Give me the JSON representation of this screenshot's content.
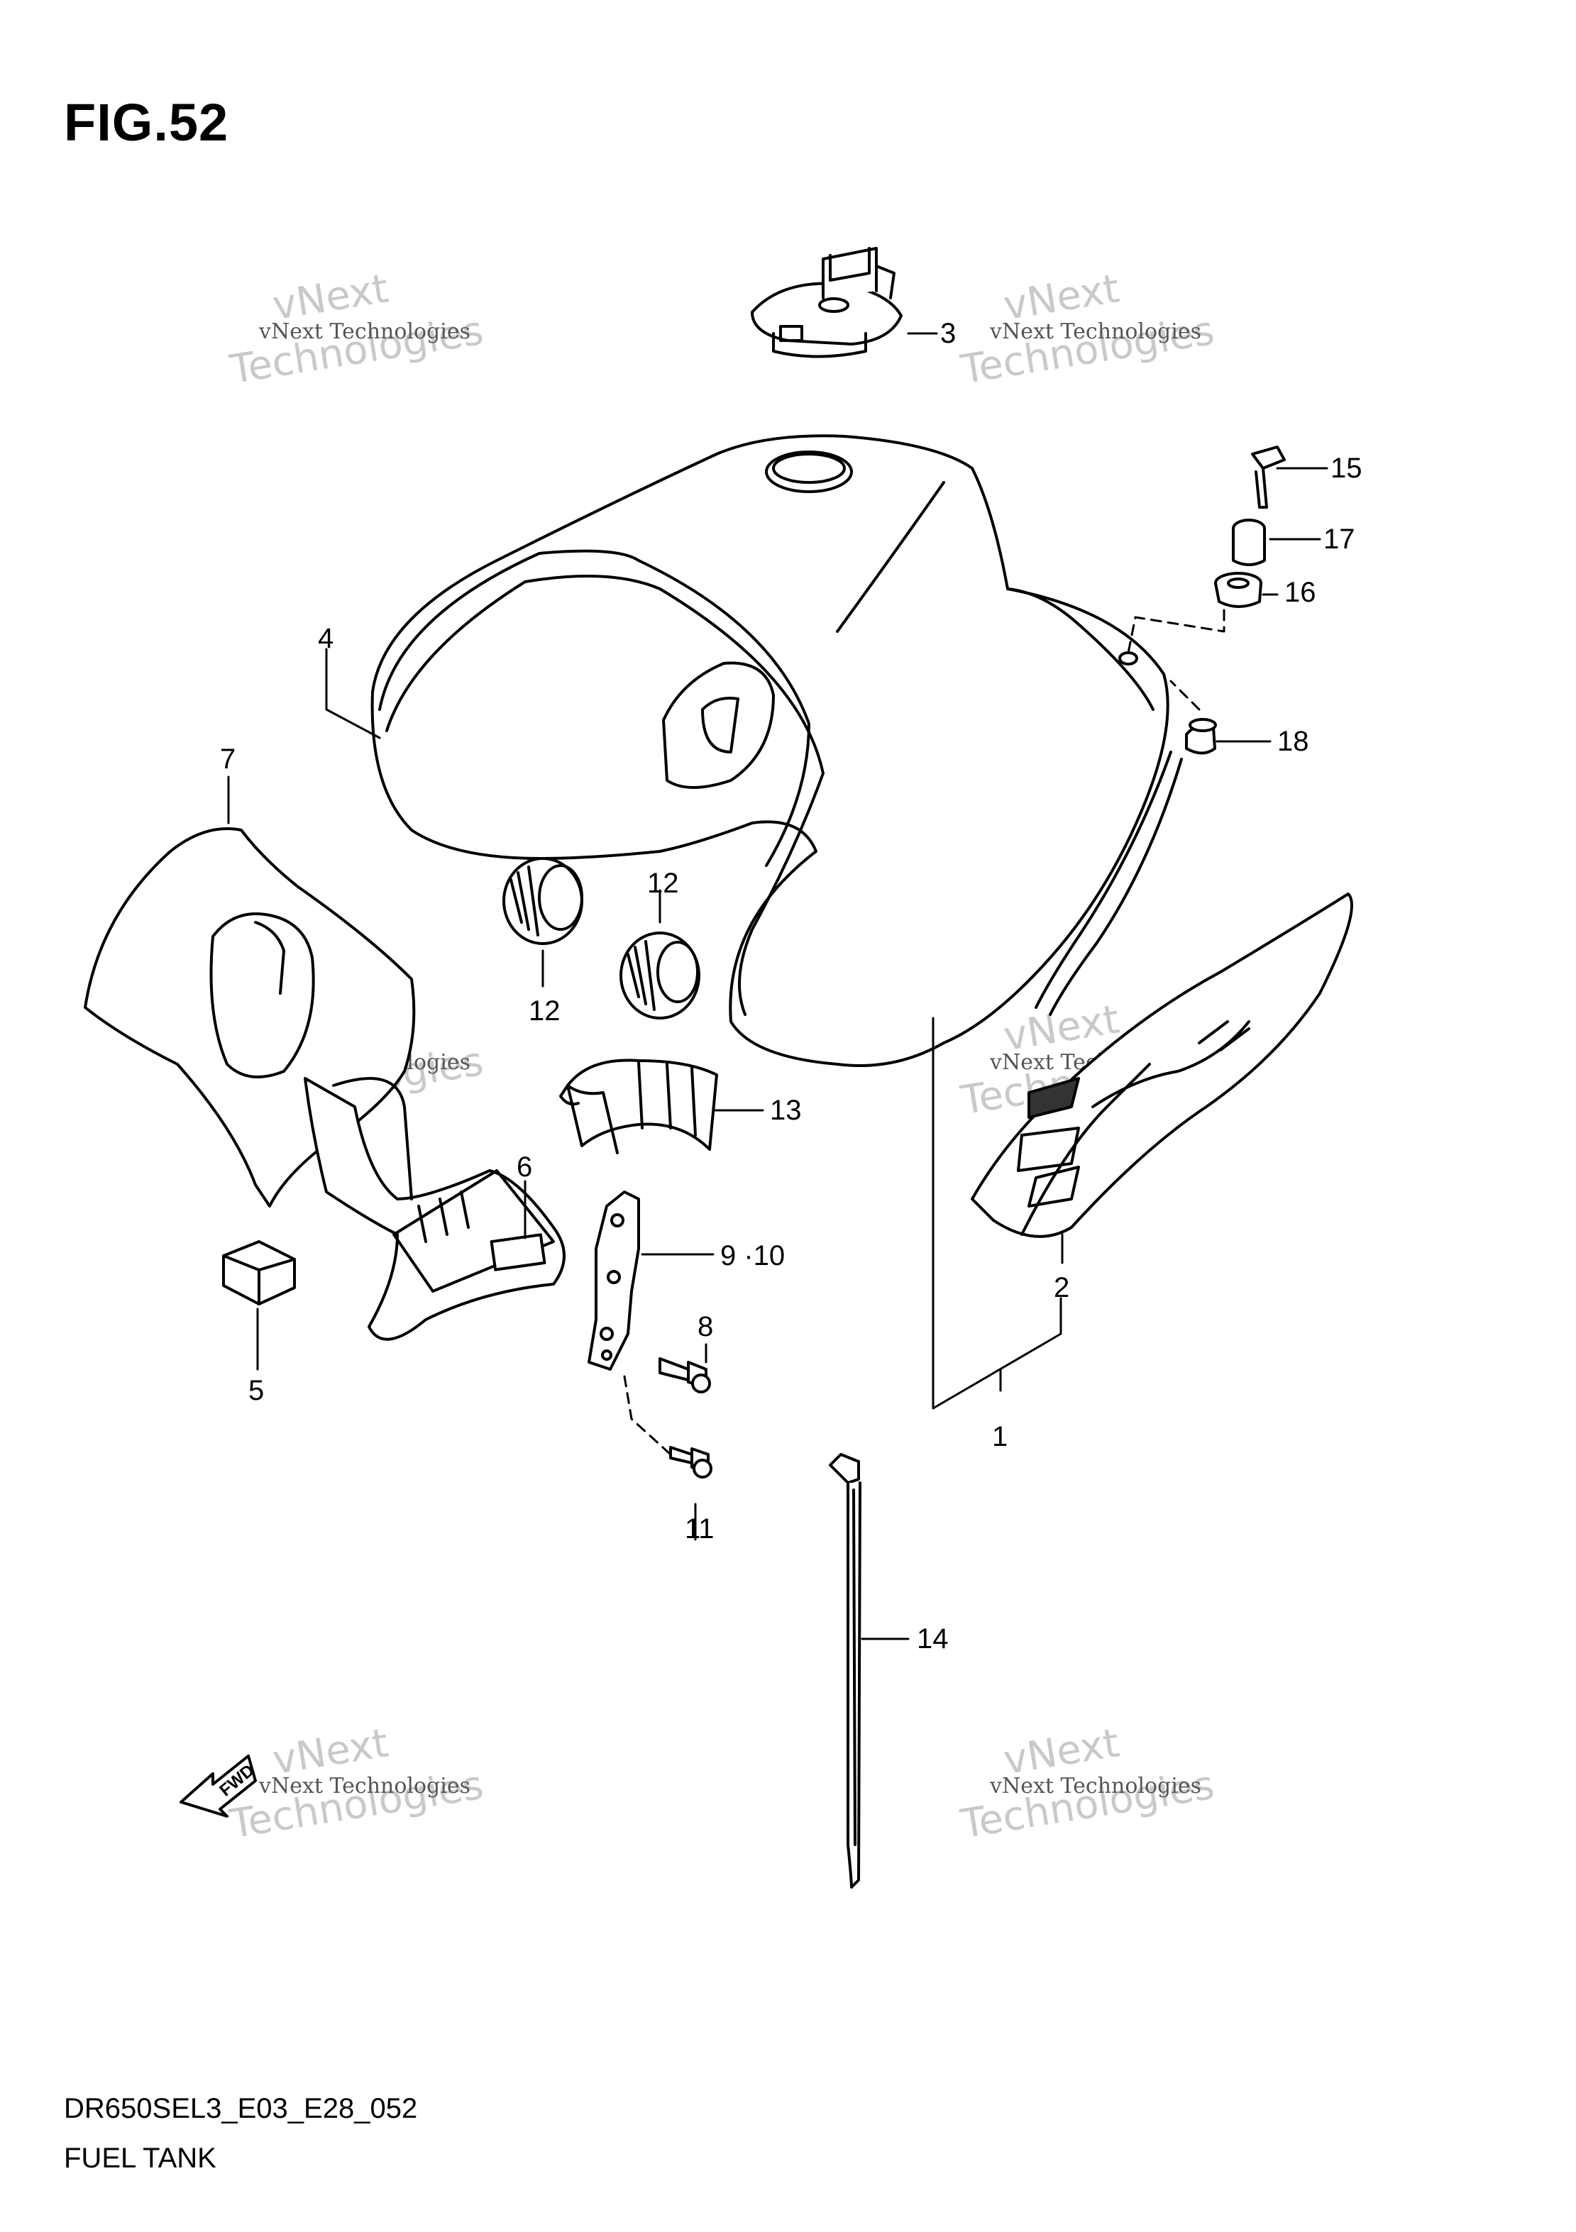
{
  "figure": {
    "title": "FIG.52"
  },
  "callouts": [
    {
      "id": "c3",
      "text": "3"
    },
    {
      "id": "c15",
      "text": "15"
    },
    {
      "id": "c17",
      "text": "17"
    },
    {
      "id": "c16",
      "text": "16"
    },
    {
      "id": "c18",
      "text": "18"
    },
    {
      "id": "c4",
      "text": "4"
    },
    {
      "id": "c7",
      "text": "7"
    },
    {
      "id": "c12a",
      "text": "12"
    },
    {
      "id": "c12b",
      "text": "12"
    },
    {
      "id": "c13",
      "text": "13"
    },
    {
      "id": "c6",
      "text": "6"
    },
    {
      "id": "c910",
      "text": "9 ·10"
    },
    {
      "id": "c8",
      "text": "8"
    },
    {
      "id": "c5",
      "text": "5"
    },
    {
      "id": "c2",
      "text": "2"
    },
    {
      "id": "c1",
      "text": "1"
    },
    {
      "id": "c11",
      "text": "11"
    },
    {
      "id": "c14",
      "text": "14"
    }
  ],
  "watermark": {
    "line1": "vNext Technologies",
    "line2": "vNext",
    "line3": "Technologies"
  },
  "fwd_label": "FWD",
  "footer": {
    "code": "DR650SEL3_E03_E28_052",
    "name": "FUEL TANK"
  }
}
